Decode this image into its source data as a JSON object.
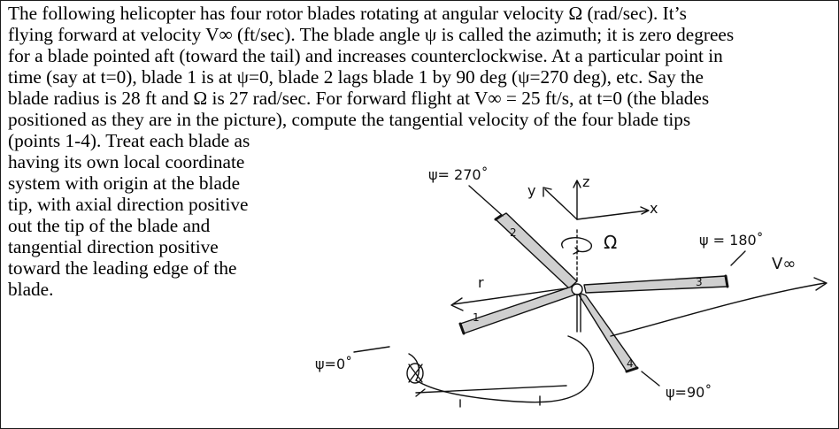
{
  "problem": {
    "lines_full": [
      "The following helicopter has four rotor blades rotating at angular velocity Ω (rad/sec). It’s",
      "flying forward at velocity V∞ (ft/sec). The blade angle ψ is called the azimuth; it is zero degrees",
      "for a blade pointed aft (toward the tail) and increases counterclockwise. At a particular point in",
      "time (say at t=0), blade 1 is at ψ=0, blade 2 lags blade 1 by 90 deg (ψ=270 deg), etc. Say the",
      "blade radius is 28 ft and Ω is 27 rad/sec. For forward flight at V∞ = 25 ft/s, at t=0 (the blades",
      "positioned as they are in the picture), compute the tangential velocity of the four blade tips"
    ],
    "lines_wrapped": [
      "(points 1-4). Treat each blade as",
      "having its own local coordinate",
      "system with origin at the blade",
      "tip, with axial direction positive",
      "out the tip of the blade and",
      "tangential direction positive",
      "toward the leading edge of the",
      "blade."
    ]
  },
  "figure": {
    "psi_270": "ψ= 270˚",
    "psi_180": "ψ = 180˚",
    "psi_90": "ψ=90˚",
    "psi_0": "ψ=0˚",
    "v_inf": "V∞",
    "omega": "Ω",
    "axis_y": "y",
    "axis_z": "z",
    "axis_x": "x",
    "r": "r",
    "blade_1": "1",
    "blade_2": "2",
    "blade_3": "3",
    "blade_4": "4"
  }
}
